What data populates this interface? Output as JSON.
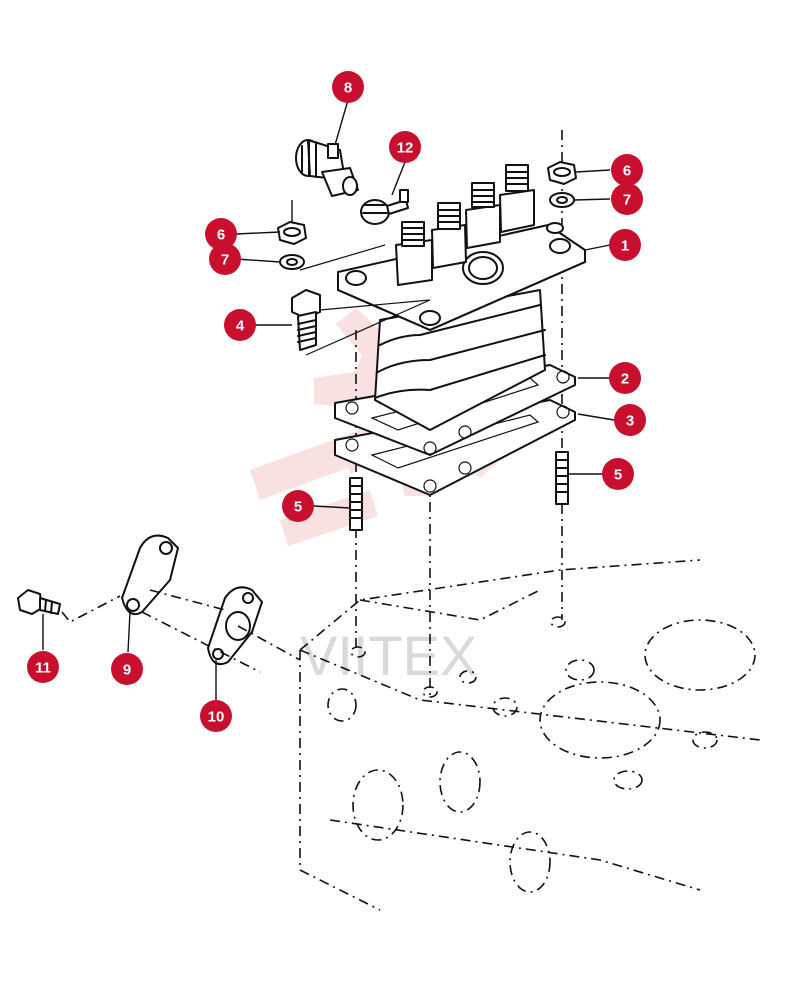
{
  "watermark": {
    "text": "VIITEX",
    "gear_color": "#f6c9c9"
  },
  "callouts": {
    "color": "#c8102e",
    "labels": {
      "c1": "1",
      "c2": "2",
      "c3": "3",
      "c4": "4",
      "c5a": "5",
      "c5b": "5",
      "c6a": "6",
      "c6b": "6",
      "c7a": "7",
      "c7b": "7",
      "c8": "8",
      "c9": "9",
      "c10": "10",
      "c11": "11",
      "c12": "12"
    }
  }
}
